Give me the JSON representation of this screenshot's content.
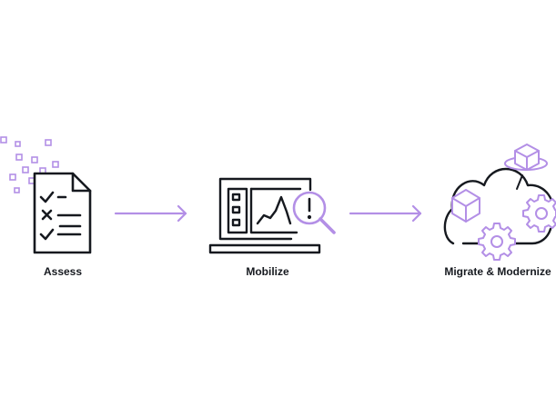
{
  "diagram": {
    "steps": [
      {
        "label": "Assess",
        "icon": "checklist-document-icon"
      },
      {
        "label": "Mobilize",
        "icon": "laptop-magnifier-alert-icon"
      },
      {
        "label": "Migrate & Modernize",
        "icon": "cloud-cubes-gears-icon"
      }
    ],
    "colors": {
      "stroke": "#16191f",
      "accent": "#b38fe6",
      "accent_light": "#d9c6f5",
      "background": "#ffffff"
    }
  }
}
